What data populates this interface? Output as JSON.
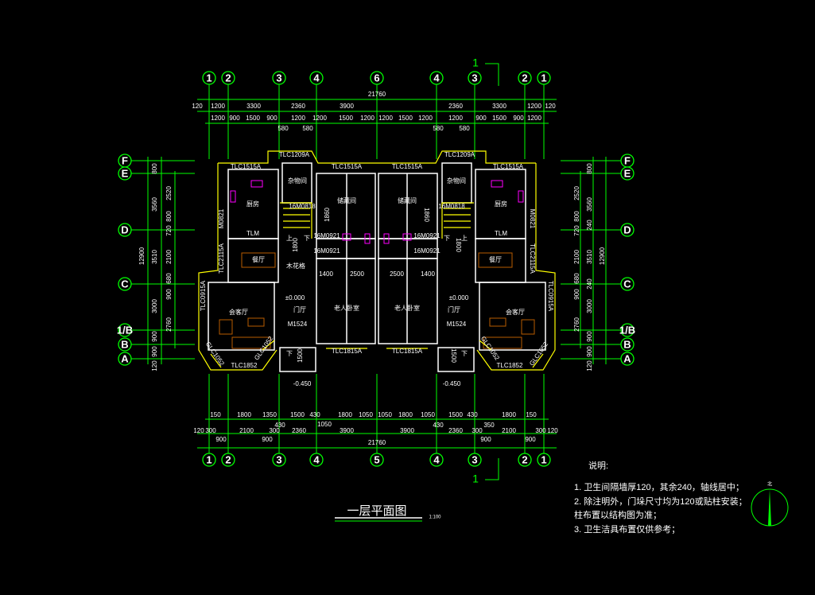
{
  "axes": {
    "top": [
      "1",
      "2",
      "3",
      "4",
      "6",
      "4",
      "3",
      "2",
      "1"
    ],
    "bottom": [
      "1",
      "2",
      "3",
      "4",
      "5",
      "4",
      "3",
      "2",
      "1"
    ],
    "left": [
      "F",
      "E",
      "D",
      "C",
      "1/B",
      "B",
      "A"
    ],
    "right": [
      "F",
      "E",
      "D",
      "C",
      "1/B",
      "B",
      "A"
    ]
  },
  "dims": {
    "top_total": "21760",
    "top_row2": [
      "120",
      "1200",
      "3300",
      "2360",
      "3900",
      "2360",
      "3300",
      "1200",
      "120"
    ],
    "top_row3": [
      "1200",
      "900",
      "1500",
      "900",
      "1200",
      "1200",
      "1500",
      "1200",
      "1200",
      "1500",
      "1200",
      "1200",
      "900",
      "1500",
      "900",
      "1200"
    ],
    "top_580": [
      "580",
      "580",
      "580",
      "580"
    ],
    "bottom_row1": [
      "150",
      "1800",
      "1350",
      "1500",
      "430",
      "1800",
      "1050",
      "1050",
      "1800",
      "1050",
      "1500",
      "430",
      "1800",
      "150"
    ],
    "bottom_row2": [
      "120",
      "300",
      "2100",
      "300",
      "2360",
      "3900",
      "3900",
      "2360",
      "300",
      "2100",
      "300",
      "120"
    ],
    "bottom_extra": [
      "430",
      "1050",
      "430",
      "350"
    ],
    "bottom_row3": [
      "900",
      "900",
      "900",
      "900"
    ],
    "bottom_total": "21760",
    "left_outer": [
      "800",
      "3560",
      "3510",
      "3000",
      "900",
      "900",
      "120"
    ],
    "left_inner": [
      "2520",
      "800",
      "720",
      "2100",
      "680",
      "900",
      "2760"
    ],
    "left_total": "12900",
    "right_inner": [
      "2520",
      "800",
      "720",
      "2100",
      "680",
      "900",
      "2760"
    ],
    "right_outer": [
      "800",
      "3560",
      "240",
      "3510",
      "240",
      "3000",
      "900",
      "900",
      "120"
    ],
    "right_total": "12900"
  },
  "rooms": {
    "storage_small": "杂物间",
    "kitchen": "厨房",
    "storage": "储藏间",
    "dining": "餐厅",
    "living": "会客厅",
    "foyer": "门厅",
    "elder_bedroom": "老人卧室",
    "lattice": "木花格"
  },
  "labels": {
    "tlm": "TLM",
    "m0821": "M0821",
    "tlc2115a": "TLC2115A",
    "tlc0915a": "TLC0915A",
    "tlc1515a": "TLC1515A",
    "tlc1209a": "TLC1209A",
    "m0818": "16M0818",
    "m0921": "16M0921",
    "d1860": "1860",
    "d1800": "1800",
    "up": "上",
    "down": "下",
    "d1400": "1400",
    "d2500": "2500",
    "elev0": "±0.000",
    "m1524": "M1524",
    "tlc1815a": "TLC1815A",
    "tlc1852": "TLC1852",
    "glc1052": "GLC1052",
    "d1500": "1500",
    "elev_neg": "-0.450",
    "section": "1"
  },
  "title": "一层平面图",
  "scale": "1:100",
  "notes": {
    "heading": "说明:",
    "items": [
      "1.  卫生间隔墙厚120，其余240，轴线居中；",
      "2.  除注明外，门垛尺寸均为120或贴柱安装；",
      "     柱布置以结构图为准；",
      "3.  卫生洁具布置仅供参考；"
    ]
  },
  "north": "北"
}
